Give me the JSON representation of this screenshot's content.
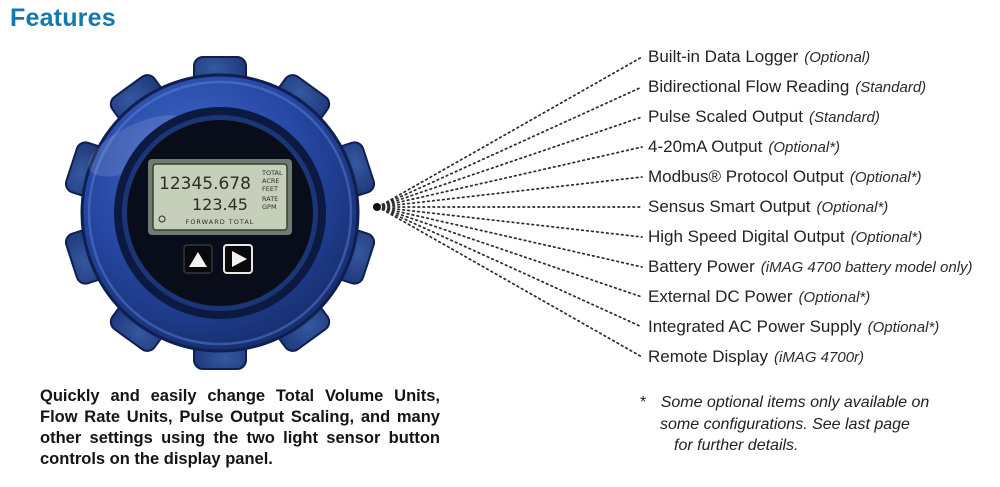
{
  "page": {
    "title": "Features"
  },
  "device": {
    "name": "iMAG flow meter display",
    "lcd": {
      "line1": "12345.678",
      "line2": "123.45",
      "units": [
        "TOTAL",
        "ACRE",
        "FEET",
        "RATE",
        "GPM"
      ],
      "bottom": "FORWARD TOTAL"
    },
    "buttons": {
      "up": "up-arrow",
      "right": "right-arrow"
    }
  },
  "features": [
    {
      "label": "Built-in Data Logger",
      "note": "(Optional)"
    },
    {
      "label": "Bidirectional Flow Reading",
      "note": "(Standard)"
    },
    {
      "label": "Pulse Scaled Output",
      "note": "(Standard)"
    },
    {
      "label": "4-20mA Output",
      "note": "(Optional*)"
    },
    {
      "label": "Modbus® Protocol Output",
      "note": "(Optional*)"
    },
    {
      "label": "Sensus Smart Output",
      "note": "(Optional*)"
    },
    {
      "label": "High Speed Digital Output",
      "note": "(Optional*)"
    },
    {
      "label": "Battery Power",
      "note": "(iMAG 4700 battery model only)"
    },
    {
      "label": "External DC Power",
      "note": "(Optional*)"
    },
    {
      "label": "Integrated AC Power Supply",
      "note": "(Optional*)"
    },
    {
      "label": "Remote Display",
      "note": "(iMAG 4700r)"
    }
  ],
  "caption": "Quickly and easily change Total Volume Units, Flow Rate Units, Pulse Output Scaling, and many other settings using the two light sensor button controls on the display panel.",
  "footnote": {
    "marker": "*",
    "line1": "Some optional items only available on",
    "line2": "some configurations. See last page",
    "line3": "for further details."
  },
  "colors": {
    "title_blue": "#1478ad",
    "bezel_blue": "#2647a3",
    "lcd_green": "#c6cfba"
  }
}
